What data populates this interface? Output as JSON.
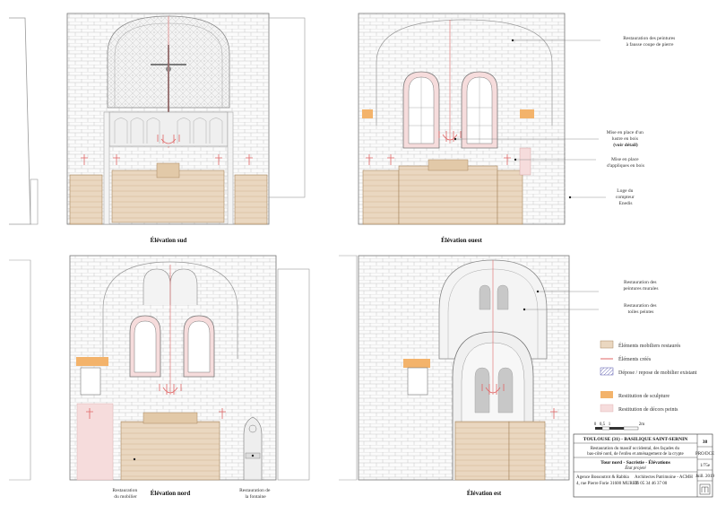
{
  "elevations": {
    "sud": {
      "caption": "Élévation sud"
    },
    "ouest": {
      "caption": "Élévation ouest"
    },
    "nord": {
      "caption": "Élévation nord"
    },
    "est": {
      "caption": "Élévation est"
    }
  },
  "annotations": {
    "ouest_1": [
      "Restauration des peintures",
      "à fausse coupe de pierre"
    ],
    "ouest_2": [
      "Mise en place d'un",
      "lustre en bois",
      "(voir détail)"
    ],
    "ouest_3": [
      "Mise en place",
      "d'appliques en bois"
    ],
    "ouest_4": [
      "Loge du",
      "compteur",
      "Enedis"
    ],
    "est_1": [
      "Restauration des",
      "peintures murales"
    ],
    "est_2": [
      "Restauration des",
      "toiles peintes"
    ],
    "nord_1": [
      "Restauration",
      "du mobilier"
    ],
    "nord_2": [
      "Restauration de",
      "la fontaine"
    ]
  },
  "legend": {
    "items": [
      {
        "label": "Éléments mobiliers restaurés",
        "swatch": "#ead7c0"
      },
      {
        "label": "Éléments créés",
        "swatch": "#e06666"
      },
      {
        "label": "Dépose / repose de mobilier existant",
        "swatch": "#c9c9e0"
      },
      {
        "label": "Restitution de sculpture",
        "swatch": "#f3b36b"
      },
      {
        "label": "Restitution de décors peints",
        "swatch": "#f6dcdc"
      }
    ],
    "scale": {
      "labels": [
        "0",
        "0,5",
        "1",
        "2m"
      ]
    }
  },
  "title_block": {
    "project": "TOULOUSE (31) - BASILIQUE SAINT-SERNIN",
    "number": "38",
    "phase": "PRO/DCE",
    "scale": "1/75e",
    "date": "Juill. 2019",
    "description": [
      "Restauration du massif occidental, des façades du",
      "bas-côté nord, de l'enfeu et aménagement de la crypte"
    ],
    "sheet_title": "Tour nord - Sacristie - Élévations",
    "sheet_subtitle": "État projeté",
    "agency": "Agence Bossoutrot & Rabbia",
    "agency_role": "Architectes Patrimoine - ACMH",
    "address": "4, rue Pierre Forie 31600 MURET",
    "phone": "06 05 34 46 37 00"
  },
  "colors": {
    "stone_line": "#9a9a9a",
    "furniture": "#ead7c0",
    "created": "#e06666",
    "sculpture": "#f3b36b",
    "painted": "#f6dcdc"
  }
}
